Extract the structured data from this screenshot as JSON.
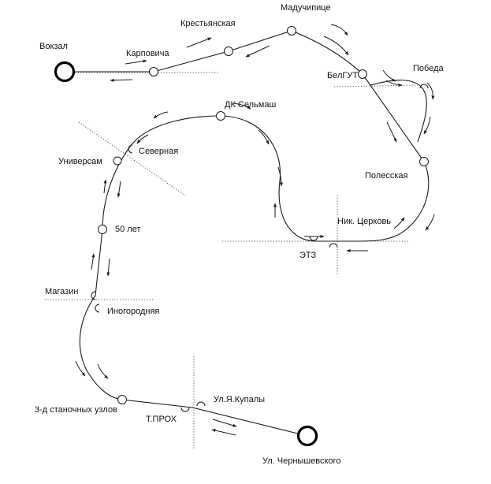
{
  "diagram": {
    "stops": {
      "vokzal": "Вокзал",
      "karpovicha": "Карповича",
      "krestyanskaya": "Крестьянская",
      "maduchipitse": "Мадучипице",
      "belgut": "БелГУТ",
      "pobeda": "Победа",
      "polesskaya": "Полесская",
      "nik_tserkov": "Ник. Церковь",
      "etz": "ЭТЗ",
      "dk_selmash": "ДК Сельмаш",
      "severnaya": "Северная",
      "universam": "Универсам",
      "let50": "50 лет",
      "magazin": "Магазин",
      "inogorodnyaya": "Иногородняя",
      "stanochnyh_uzlov": "3-д станочных узлов",
      "t_proh": "Т.ПРОХ",
      "ul_kupaly": "Ул.Я.Купалы",
      "ul_chernyshevskogo": "Ул. Чернышевского"
    },
    "colors": {
      "line": "#1a1a1a",
      "background": "#ffffff"
    }
  }
}
